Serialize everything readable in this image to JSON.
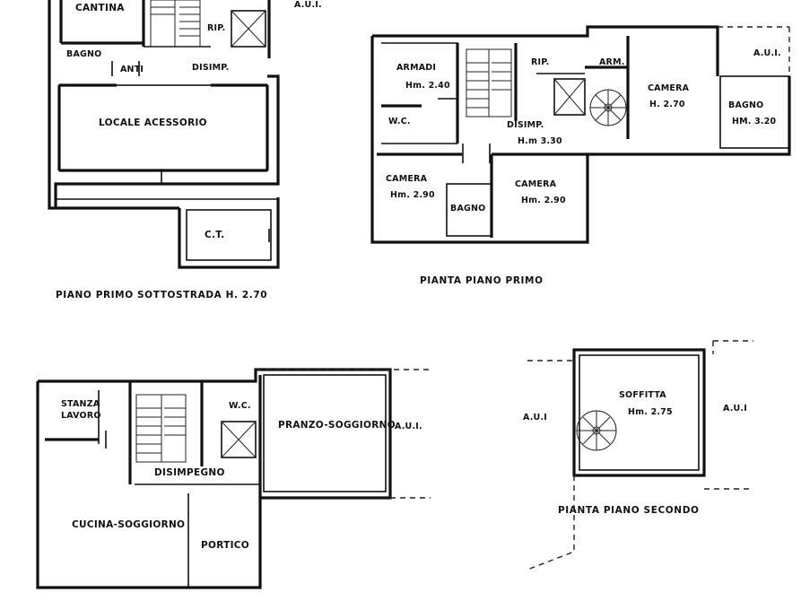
{
  "plans": {
    "basement": {
      "title": "PIANO PRIMO SOTTOSTRADA  H. 2.70",
      "rooms": {
        "cantina": "CANTINA",
        "bagno": "BAGNO",
        "anti": "ANTI",
        "disimp": "DISIMP.",
        "rip": "RIP.",
        "aui": "A.U.I.",
        "locale": "LOCALE  ACESSORIO",
        "ct": "C.T."
      }
    },
    "first": {
      "title": "PIANTA PIANO PRIMO",
      "rooms": {
        "armadi": "ARMADI",
        "armadi_h": "Hm. 2.40",
        "wc": "W.C.",
        "rip": "RIP.",
        "arm": "ARM.",
        "disimp": "DISIMP.",
        "disimp_h": "H.m 3.30",
        "camera_right": "CAMERA",
        "camera_right_h": "H. 2.70",
        "bagno_right": "BAGNO",
        "bagno_right_h": "HM. 3.20",
        "aui": "A.U.I.",
        "camera_left": "CAMERA",
        "camera_left_h": "Hm. 2.90",
        "bagno": "BAGNO",
        "camera_mid": "CAMERA",
        "camera_mid_h": "Hm. 2.90"
      }
    },
    "ground": {
      "rooms": {
        "stanza1": "STANZA",
        "stanza2": "LAVORO",
        "wc": "W.C.",
        "pranzo": "PRANZO-SOGGIORNO",
        "aui": "A.U.I.",
        "disimpegno": "DISIMPEGNO",
        "cucina": "CUCINA-SOGGIORNO",
        "portico": "PORTICO"
      }
    },
    "second": {
      "title": "PIANTA PIANO SECONDO",
      "rooms": {
        "soffitta": "SOFFITTA",
        "soffitta_h": "Hm. 2.75",
        "aui_left": "A.U.I",
        "aui_right": "A.U.I"
      }
    }
  }
}
